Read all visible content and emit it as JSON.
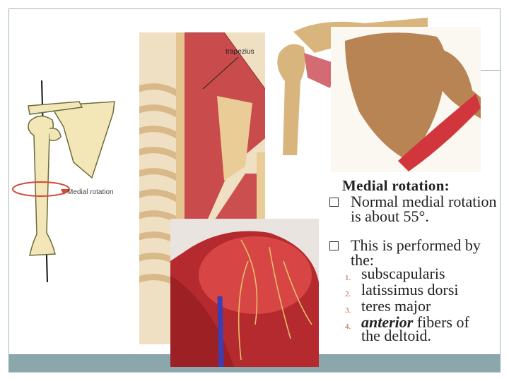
{
  "slide": {
    "heading": "Medial rotation:",
    "bullets": [
      {
        "text": "Normal medial rotation is about 55°."
      },
      {
        "text": "This is performed by the:"
      }
    ],
    "numbered": [
      {
        "num": "1.",
        "text": "subscapularis"
      },
      {
        "num": "2.",
        "text": "latissimus dorsi"
      },
      {
        "num": "3.",
        "text": "teres major"
      },
      {
        "num": "4.",
        "em": "anterior",
        "rest": " fibers of",
        "line2": "the deltoid."
      }
    ]
  },
  "figures": {
    "humerus_label": "Medial rotation",
    "trapezius_label": "trapezius"
  },
  "colors": {
    "accent_bar": "#8ca7ab",
    "muscle_red": "#c42d2f",
    "bone": "#f3e7b8"
  }
}
